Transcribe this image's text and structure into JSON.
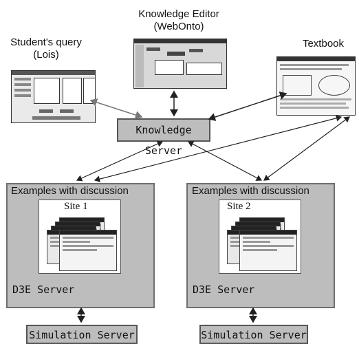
{
  "labels": {
    "knowledge_editor_line1": "Knowledge Editor",
    "knowledge_editor_line2": "(WebOnto)",
    "student_query_line1": "Student's query",
    "student_query_line2": "(Lois)",
    "textbook": "Textbook"
  },
  "knowledge_server": "Knowledge Server",
  "sites": [
    {
      "title": "Examples with discussion",
      "site_label": "Site 1",
      "server_label": "D3E Server",
      "simulation_label": "Simulation Server"
    },
    {
      "title": "Examples with discussion",
      "site_label": "Site 2",
      "server_label": "D3E Server",
      "simulation_label": "Simulation Server"
    }
  ],
  "colors": {
    "box_fill": "#bdbdbd",
    "arrow": "#222222",
    "arrow_light": "#777777"
  }
}
